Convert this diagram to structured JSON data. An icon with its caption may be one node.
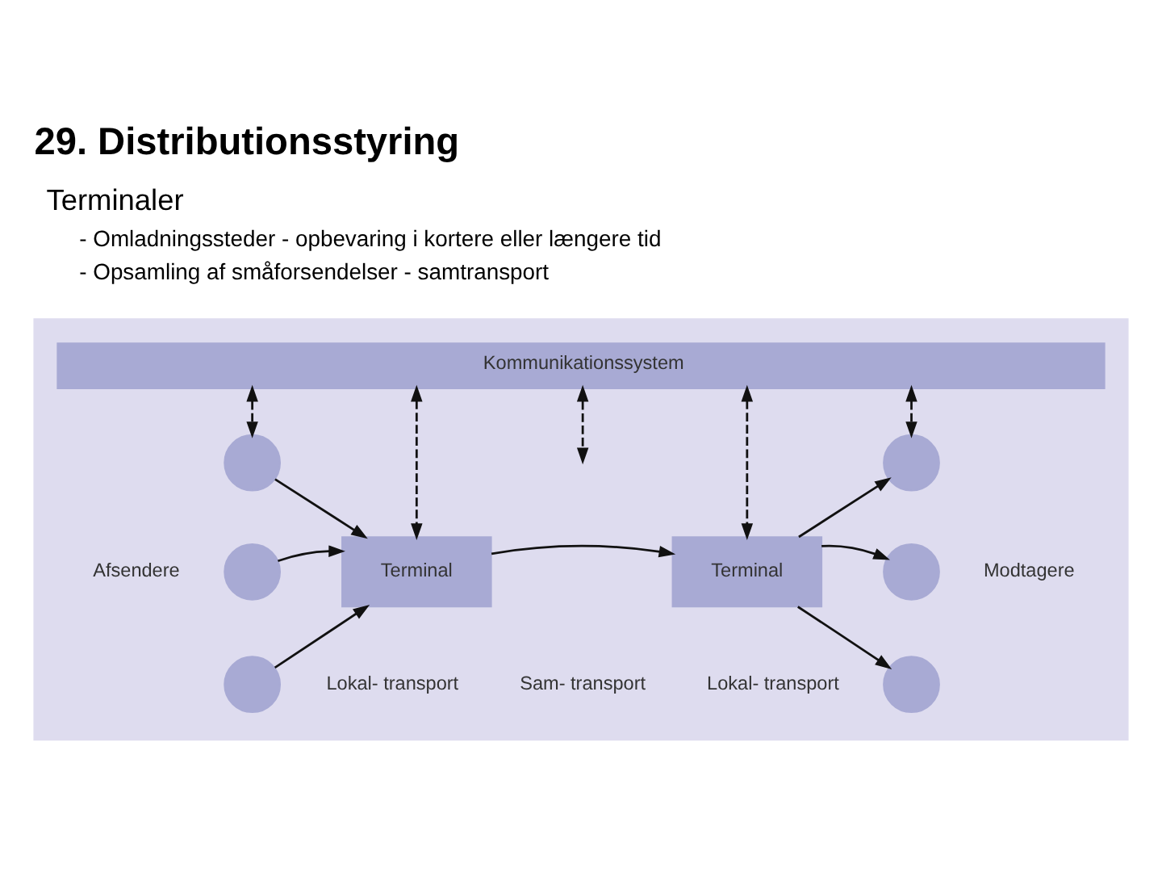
{
  "diagram": {
    "title": "29. Distributionsstyring",
    "nodes": [
      {
        "text": [],
        "shape": "box"
      },
      {
        "text": [
          "Kommunikationssystem"
        ],
        "in": 0
      },
      {
        "text": [],
        "shape": "circle",
        "in": 0
      },
      {
        "text": [],
        "shape": "circle",
        "in": 0
      },
      {
        "text": [],
        "shape": "circle",
        "in": 0
      },
      {
        "text": [
          "Terminal"
        ],
        "in": 0
      },
      {
        "text": [
          "Terminal"
        ],
        "in": 0
      },
      {
        "text": [],
        "shape": "circle",
        "in": 0
      },
      {
        "text": [],
        "shape": "circle",
        "in": 0
      },
      {
        "text": [],
        "shape": "circle",
        "in": 0
      }
    ],
    "edges": [
      {
        "from": 1,
        "to": 2,
        "arrow": "both",
        "style": "dashed"
      },
      {
        "from": 1,
        "to": 5,
        "arrow": "both",
        "style": "dashed"
      },
      {
        "from": 1,
        "to": null,
        "arrow": "both",
        "style": "dashed"
      },
      {
        "from": 1,
        "to": 6,
        "arrow": "both",
        "style": "dashed"
      },
      {
        "from": 1,
        "to": 7,
        "arrow": "both",
        "style": "dashed"
      },
      {
        "from": 2,
        "to": 5,
        "arrow": "to"
      },
      {
        "from": 3,
        "to": 5,
        "arrow": "to"
      },
      {
        "from": 4,
        "to": 5,
        "arrow": "to"
      },
      {
        "from": 5,
        "to": 6,
        "arrow": "to"
      },
      {
        "from": 6,
        "to": 7,
        "arrow": "to"
      },
      {
        "from": 6,
        "to": 8,
        "arrow": "to"
      },
      {
        "from": 6,
        "to": 9,
        "arrow": "to"
      }
    ],
    "labels": [
      "Terminaler",
      "- Omladningssteder - opbevaring i kortere eller længere tid",
      "- Opsamling af småforsendelser - samtransport",
      "Afsendere",
      "Modtagere",
      "Lokal- transport",
      "Sam- transport",
      "Lokal- transport"
    ]
  }
}
